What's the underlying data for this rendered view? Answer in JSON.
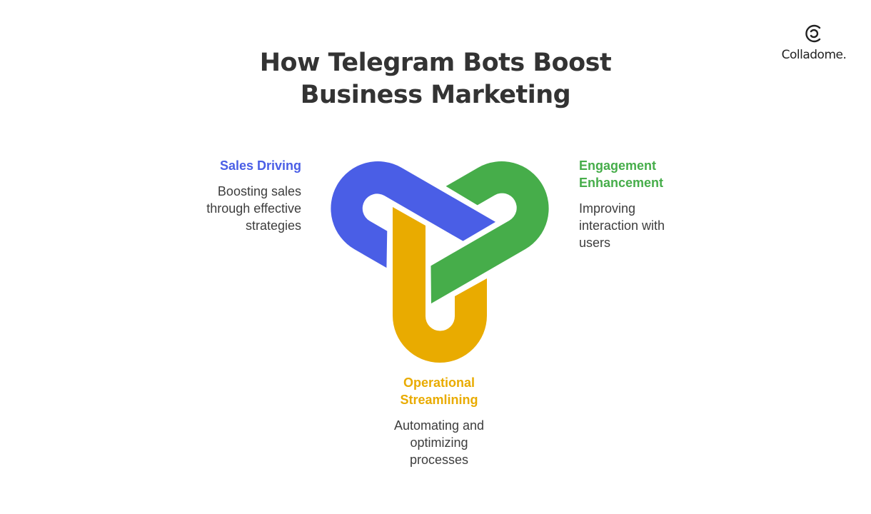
{
  "title": {
    "line1": "How Telegram Bots Boost",
    "line2": "Business Marketing"
  },
  "logo": {
    "text": "Colladome."
  },
  "colors": {
    "sales": "#4a5ee6",
    "engagement": "#46ad4a",
    "operational": "#e9ab00"
  },
  "items": [
    {
      "heading": "Sales Driving",
      "desc": [
        "Boosting sales",
        "through effective",
        "strategies"
      ]
    },
    {
      "heading_lines": [
        "Engagement",
        "Enhancement"
      ],
      "desc": [
        "Improving",
        "interaction with",
        "users"
      ]
    },
    {
      "heading_lines": [
        "Operational",
        "Streamlining"
      ],
      "desc": [
        "Automating and",
        "optimizing",
        "processes"
      ]
    }
  ]
}
